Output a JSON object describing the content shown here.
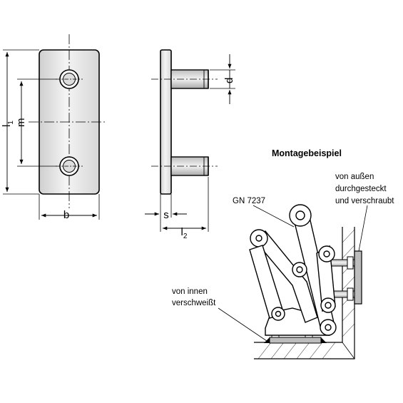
{
  "front_view": {
    "width_label": "b",
    "length_label": "l1",
    "hole_distance_label": "m"
  },
  "side_view": {
    "thickness_label": "s",
    "stud_length_label": "l2",
    "diameter_label": "d"
  },
  "example": {
    "title": "Montagebeispiel",
    "product_label": "GN 7237",
    "outside_note_line1": "von außen",
    "outside_note_line2": "durchgesteckt",
    "outside_note_line3": "und verschraubt",
    "inside_note_line1": "von innen",
    "inside_note_line2": "verschweißt"
  },
  "colors": {
    "line": "#000000",
    "plate_fill": "#e6e6e6",
    "plate_edge": "#ffffff"
  }
}
